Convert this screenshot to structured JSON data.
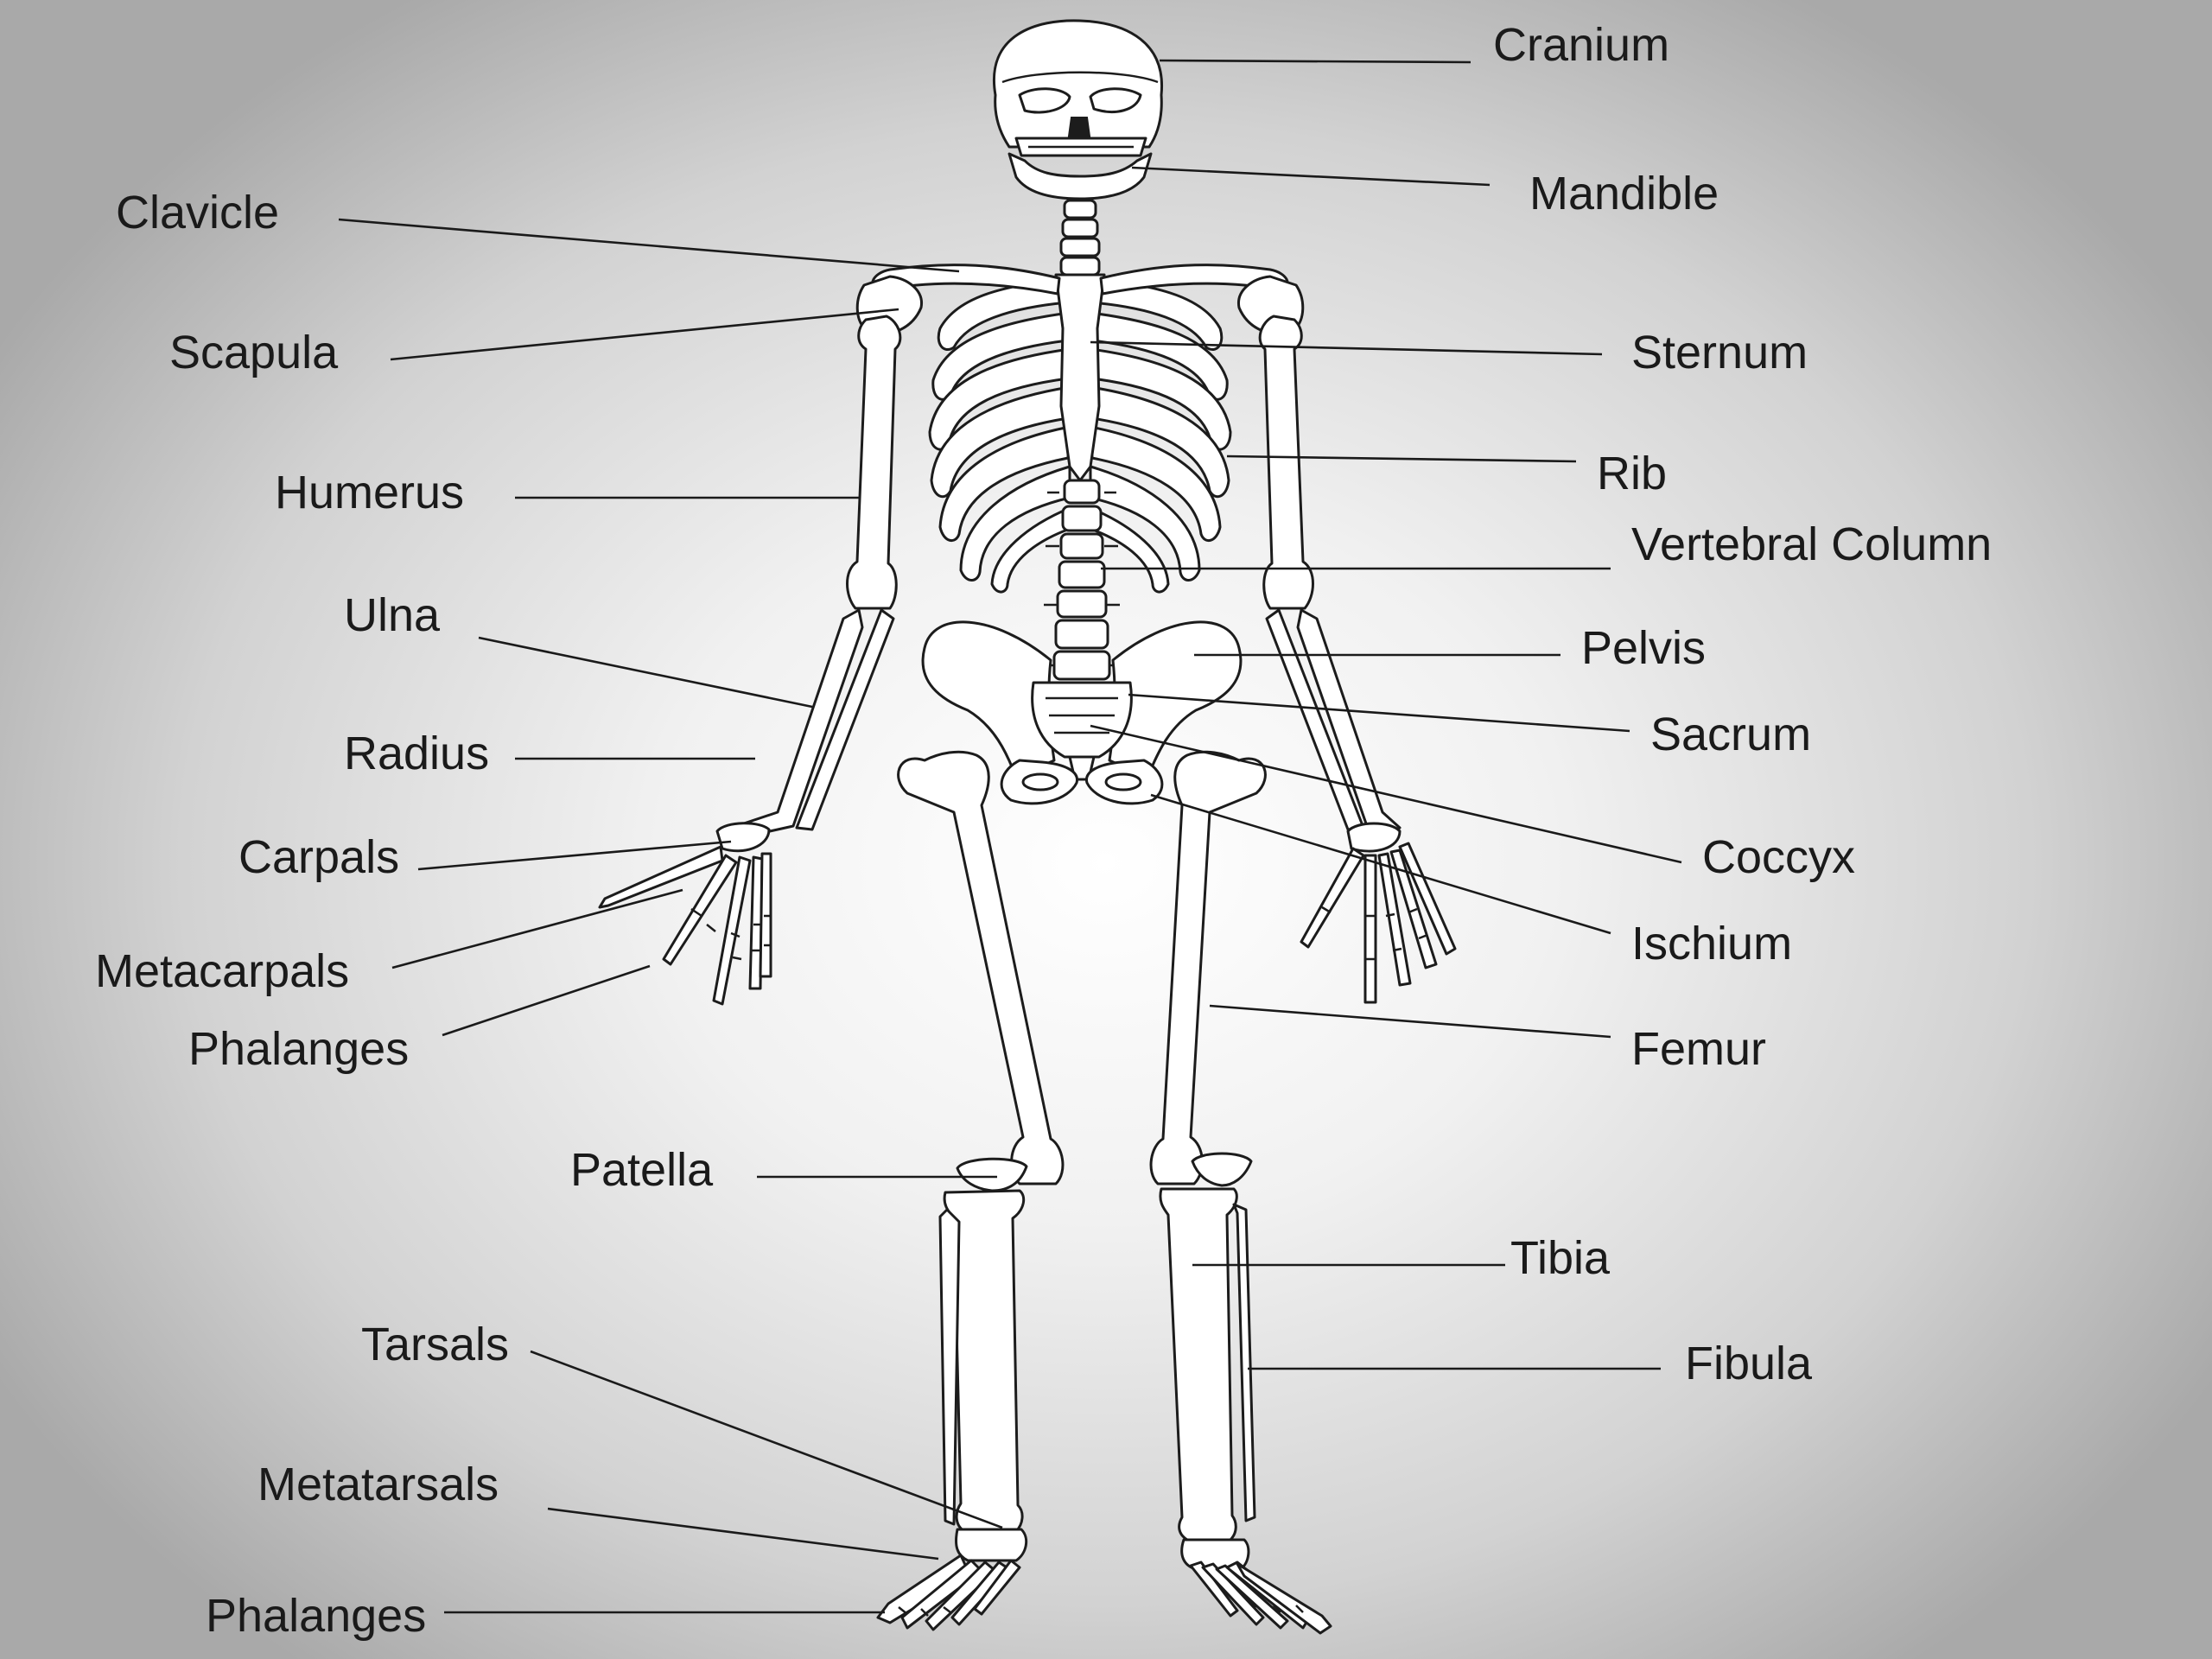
{
  "labels": {
    "cranium": "Cranium",
    "mandible": "Mandible",
    "clavicle": "Clavicle",
    "scapula": "Scapula",
    "sternum": "Sternum",
    "humerus": "Humerus",
    "rib": "Rib",
    "vertebral_column": "Vertebral Column",
    "ulna": "Ulna",
    "pelvis": "Pelvis",
    "radius": "Radius",
    "sacrum": "Sacrum",
    "carpals": "Carpals",
    "coccyx": "Coccyx",
    "metacarpals": "Metacarpals",
    "ischium": "Ischium",
    "phalanges_hand": "Phalanges",
    "femur": "Femur",
    "patella": "Patella",
    "tibia": "Tibia",
    "tarsals": "Tarsals",
    "fibula": "Fibula",
    "metatarsals": "Metatarsals",
    "phalanges_foot": "Phalanges"
  },
  "colors": {
    "bone_fill": "#ffffff",
    "line": "#1a1a1a",
    "background_center": "#ffffff",
    "background_edge": "#a9a9a9"
  }
}
